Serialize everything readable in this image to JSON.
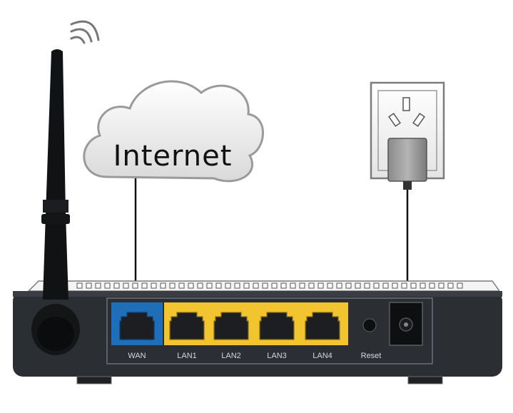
{
  "cloud": {
    "label": "Internet"
  },
  "ports": [
    {
      "id": "wan",
      "label": "WAN"
    },
    {
      "id": "lan1",
      "label": "LAN1"
    },
    {
      "id": "lan2",
      "label": "LAN2"
    },
    {
      "id": "lan3",
      "label": "LAN3"
    },
    {
      "id": "lan4",
      "label": "LAN4"
    }
  ],
  "reset": {
    "label": "Reset"
  },
  "colors": {
    "router_body": "#2b2e33",
    "wan_panel": "#1f6fb8",
    "lan_panel": "#f2c530",
    "cloud_fill": "#eeeeee"
  }
}
